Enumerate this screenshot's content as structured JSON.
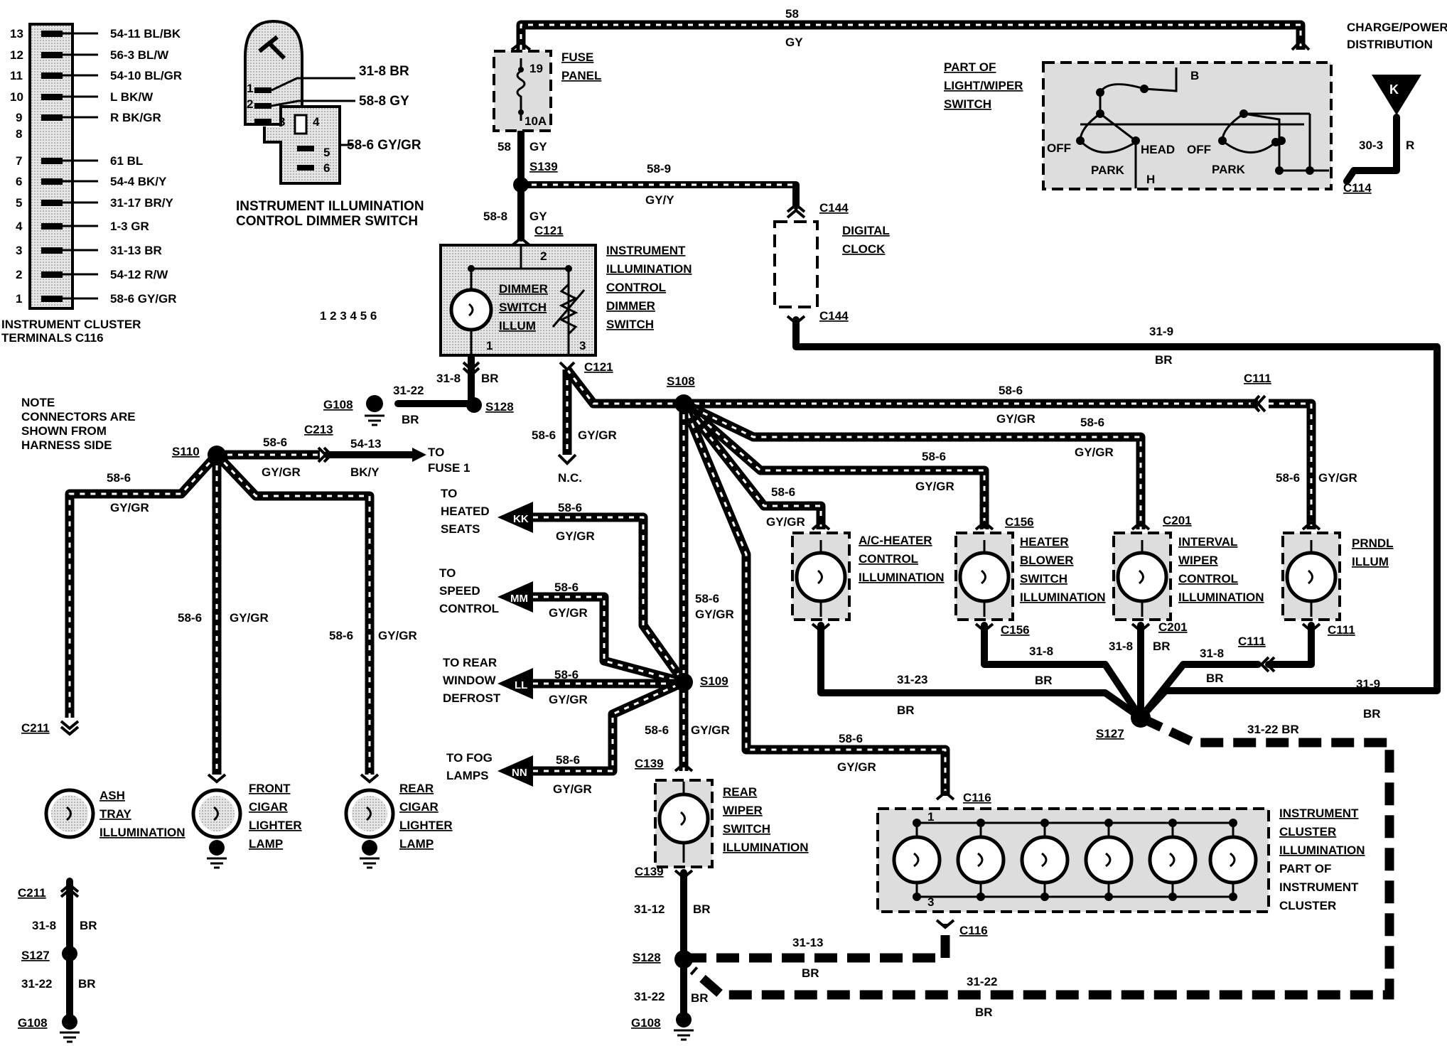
{
  "cluster_terminals": {
    "title1": "INSTRUMENT CLUSTER",
    "title2": "TERMINALS  C116",
    "pins": [
      {
        "n": "13",
        "w": "54-11 BL/BK"
      },
      {
        "n": "12",
        "w": "56-3 BL/W"
      },
      {
        "n": "11",
        "w": "54-10 BL/GR"
      },
      {
        "n": "10",
        "w": "L BK/W"
      },
      {
        "n": "9",
        "w": "R BK/GR"
      },
      {
        "n": "8",
        "w": ""
      },
      {
        "n": "7",
        "w": "61 BL"
      },
      {
        "n": "6",
        "w": "54-4 BK/Y"
      },
      {
        "n": "5",
        "w": "31-17 BR/Y"
      },
      {
        "n": "4",
        "w": "1-3 GR"
      },
      {
        "n": "3",
        "w": "31-13 BR"
      },
      {
        "n": "2",
        "w": "54-12 R/W"
      },
      {
        "n": "1",
        "w": "58-6 GY/GR"
      }
    ]
  },
  "dimmer_connector": {
    "title1": "INSTRUMENT ILLUMINATION",
    "title2": "CONTROL DIMMER SWITCH",
    "w1": "31-8 BR",
    "w2": "58-8 GY",
    "w3": "58-6 GY/GR",
    "pins": [
      "1",
      "2",
      "3",
      "4",
      "5",
      "6"
    ],
    "scale": "1 2 3 4 5 6"
  },
  "note": [
    "NOTE",
    "CONNECTORS ARE",
    "SHOWN FROM",
    "HARNESS SIDE"
  ],
  "labels": {
    "fuse_panel": [
      "FUSE",
      "PANEL"
    ],
    "fuse_19": "19",
    "fuse_10a": "10A",
    "w58_top": "58",
    "gy_top": "GY",
    "charge": [
      "CHARGE/POWER",
      "DISTRIBUTION"
    ],
    "k": "K",
    "part_of": [
      "PART OF",
      "LIGHT/WIPER",
      "SWITCH"
    ],
    "off1": "OFF",
    "head": "HEAD",
    "park1": "PARK",
    "h": "H",
    "b": "B",
    "off2": "OFF",
    "park2": "PARK",
    "c114": "C114",
    "w30_3": "30-3",
    "r": "R",
    "w58_gy_a": "58",
    "gy_a": "GY",
    "s139": "S139",
    "w58_9": "58-9",
    "gy_y": "GY/Y",
    "c144a": "C144",
    "c144b": "C144",
    "digital_clock": [
      "DIGITAL",
      "CLOCK"
    ],
    "w58_8": "58-8",
    "gy_b": "GY",
    "c121a": "C121",
    "c121b": "C121",
    "dimmer_inner": [
      "DIMMER",
      "SWITCH",
      "ILLUM"
    ],
    "iicds": [
      "INSTRUMENT",
      "ILLUMINATION",
      "CONTROL",
      "DIMMER",
      "SWITCH"
    ],
    "p1": "1",
    "p2": "2",
    "p3": "3",
    "w31_9a": "31-9",
    "br_a": "BR",
    "w31_8a": "31-8",
    "br_b": "BR",
    "g108a": "G108",
    "w31_22a": "31-22",
    "br_c": "BR",
    "s128a": "S128",
    "w58_6a": "58-6",
    "gygr_a": "GY/GR",
    "nc": "N.C.",
    "s108": "S108",
    "c111a": "C111",
    "w58_6b": "58-6",
    "gygr_b": "GY/GR",
    "w58_6c": "58-6",
    "gygr_c": "GY/GR",
    "w58_6d": "58-6",
    "gygr_d": "GY/GR",
    "w58_6e": "58-6",
    "gygr_e": "GY/GR",
    "w58_6f": "58-6",
    "gygr_f": "GY/GR",
    "s110": "S110",
    "w58_6g": "58-6",
    "c213": "C213",
    "gygr_g": "GY/GR",
    "w54_13": "54-13",
    "bky": "BK/Y",
    "to_fuse": [
      "TO",
      "FUSE 1"
    ],
    "w58_6h": "58-6",
    "gygr_h": "GY/GR",
    "w58_6i": "58-6",
    "gygr_i": "GY/GR",
    "w58_6j": "58-6",
    "gygr_j": "GY/GR",
    "to_heated": [
      "TO",
      "HEATED",
      "SEATS"
    ],
    "kk": "KK",
    "w58_6k": "58-6",
    "gygr_k": "GY/GR",
    "to_speed": [
      "TO",
      "SPEED",
      "CONTROL"
    ],
    "mm": "MM",
    "w58_6l": "58-6",
    "gygr_l": "GY/GR",
    "to_rear": [
      "TO REAR",
      "WINDOW",
      "DEFROST"
    ],
    "ll": "LL",
    "w58_6m": "58-6",
    "gygr_m": "GY/GR",
    "to_fog": [
      "TO FOG",
      "LAMPS"
    ],
    "nn": "NN",
    "w58_6n": "58-6",
    "gygr_n": "GY/GR",
    "w58_6o": "58-6",
    "gygr_o": "GY/GR",
    "s109": "S109",
    "w58_6p": "58-6",
    "gygr_p": "GY/GR",
    "w58_6q": "58-6",
    "gygr_q": "GY/GR",
    "c139a": "C139",
    "c139b": "C139",
    "rear_wiper": [
      "REAR",
      "WIPER",
      "SWITCH",
      "ILLUMINATION"
    ],
    "ac_heater": [
      "A/C-HEATER",
      "CONTROL",
      "ILLUMINATION"
    ],
    "c156a": "C156",
    "c156b": "C156",
    "heater_blower": [
      "HEATER",
      "BLOWER",
      "SWITCH",
      "ILLUMINATION"
    ],
    "c201a": "C201",
    "c201b": "C201",
    "interval": [
      "INTERVAL",
      "WIPER",
      "CONTROL",
      "ILLUMINATION"
    ],
    "prndl": [
      "PRNDL",
      "ILLUM"
    ],
    "c111b": "C111",
    "c111c": "C111",
    "w31_23": "31-23",
    "br_d": "BR",
    "w31_8b": "31-8",
    "br_e": "BR",
    "w31_8c": "31-8",
    "br_f": "BR",
    "w31_8d": "31-8",
    "br_g": "BR",
    "w31_9b": "31-9",
    "br_h": "BR",
    "s127a": "S127",
    "w31_22br": "31-22 BR",
    "c116a": "C116",
    "c116b": "C116",
    "cluster_illum": [
      "INSTRUMENT",
      "CLUSTER",
      "ILLUMINATION",
      "PART OF",
      "INSTRUMENT",
      "CLUSTER"
    ],
    "cp1": "1",
    "cp3": "3",
    "w31_13": "31-13",
    "br_i": "BR",
    "w31_12": "31-12",
    "br_j": "BR",
    "s128b": "S128",
    "w31_22b": "31-22",
    "br_k": "BR",
    "w31_22c": "31-22",
    "br_l": "BR",
    "g108b": "G108",
    "c211a": "C211",
    "c211b": "C211",
    "ash_tray": [
      "ASH",
      "TRAY",
      "ILLUMINATION"
    ],
    "front_cigar": [
      "FRONT",
      "CIGAR",
      "LIGHTER",
      "LAMP"
    ],
    "rear_cigar": [
      "REAR",
      "CIGAR",
      "LIGHTER",
      "LAMP"
    ],
    "w31_8e": "31-8",
    "br_m": "BR",
    "s127b": "S127",
    "w31_22d": "31-22",
    "br_n": "BR",
    "g108c": "G108"
  }
}
